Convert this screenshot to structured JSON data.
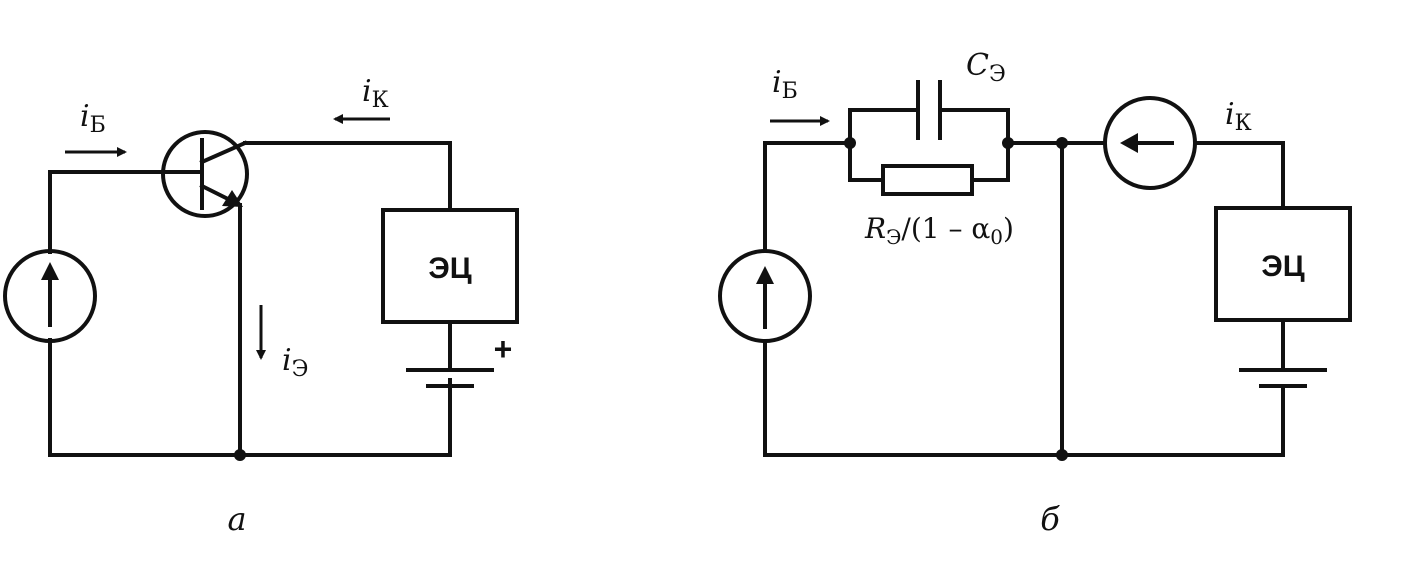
{
  "circuit_a": {
    "label_ib": "i",
    "label_ib_sub": "Б",
    "label_ik": "i",
    "label_ik_sub": "К",
    "label_ie": "i",
    "label_ie_sub": "Э",
    "box_label": "ЭЦ",
    "plus_sign": "+",
    "caption": "а"
  },
  "circuit_b": {
    "label_ib": "i",
    "label_ib_sub": "Б",
    "label_ik": "i",
    "label_ik_sub": "К",
    "cap_label": "C",
    "cap_label_sub": "Э",
    "res_label_R": "R",
    "res_label_R_sub": "Э",
    "res_label_rest": "/(1 – α",
    "res_label_alpha_sub": "0",
    "res_label_close": ")",
    "box_label": "ЭЦ",
    "caption": "б"
  }
}
